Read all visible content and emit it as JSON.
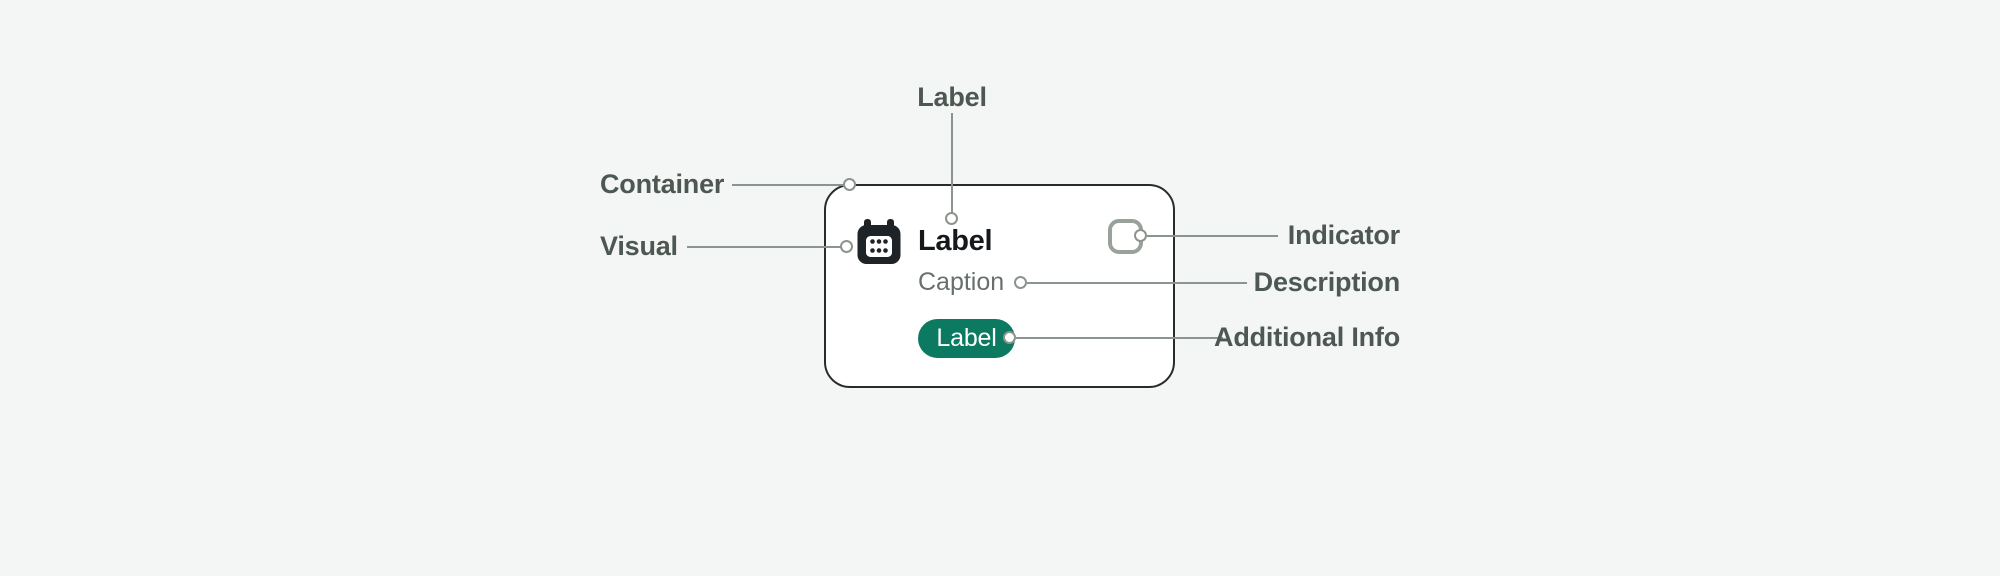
{
  "anatomy": {
    "card": {
      "icon": "calendar-icon",
      "title": "Label",
      "caption": "Caption",
      "badge_label": "Label",
      "indicator": "checkbox-indicator"
    },
    "callouts": {
      "top_label": {
        "label": "Label"
      },
      "container": {
        "label": "Container"
      },
      "visual": {
        "label": "Visual"
      },
      "indicator": {
        "label": "Indicator"
      },
      "description": {
        "label": "Description"
      },
      "additional_info": {
        "label": "Additional Info"
      }
    },
    "colors": {
      "page_background": "#F4F6F5",
      "card_background": "#FFFFFF",
      "card_border": "#262C2E",
      "card_title_text": "#15191B",
      "caption_text": "#68706B",
      "badge_background": "#0B7A61",
      "badge_text": "#FFFFFF",
      "indicator_border": "#99A19B",
      "connector_line": "#8C948E",
      "callout_text": "#4E5853",
      "icon_color": "#1D2327"
    }
  }
}
